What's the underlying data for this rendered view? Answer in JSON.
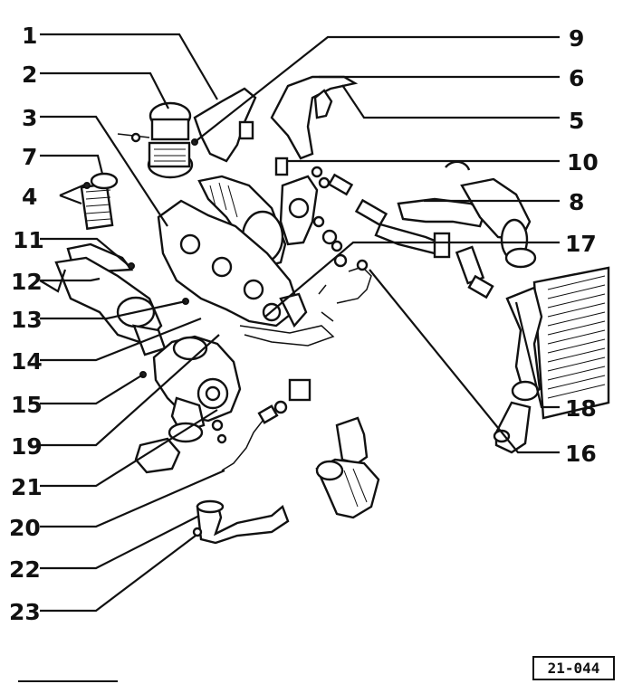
{
  "figure_ref": "21-044",
  "callouts": [
    {
      "id": "1",
      "label": "1"
    },
    {
      "id": "2",
      "label": "2"
    },
    {
      "id": "3",
      "label": "3"
    },
    {
      "id": "4",
      "label": "4"
    },
    {
      "id": "5",
      "label": "5"
    },
    {
      "id": "6",
      "label": "6"
    },
    {
      "id": "7",
      "label": "7"
    },
    {
      "id": "8",
      "label": "8"
    },
    {
      "id": "9",
      "label": "9"
    },
    {
      "id": "10",
      "label": "10"
    },
    {
      "id": "11",
      "label": "11"
    },
    {
      "id": "12",
      "label": "12"
    },
    {
      "id": "13",
      "label": "13"
    },
    {
      "id": "14",
      "label": "14"
    },
    {
      "id": "15",
      "label": "15"
    },
    {
      "id": "16",
      "label": "16"
    },
    {
      "id": "17",
      "label": "17"
    },
    {
      "id": "18",
      "label": "18"
    },
    {
      "id": "19",
      "label": "19"
    },
    {
      "id": "20",
      "label": "20"
    },
    {
      "id": "21",
      "label": "21"
    },
    {
      "id": "22",
      "label": "22"
    },
    {
      "id": "23",
      "label": "23"
    }
  ]
}
